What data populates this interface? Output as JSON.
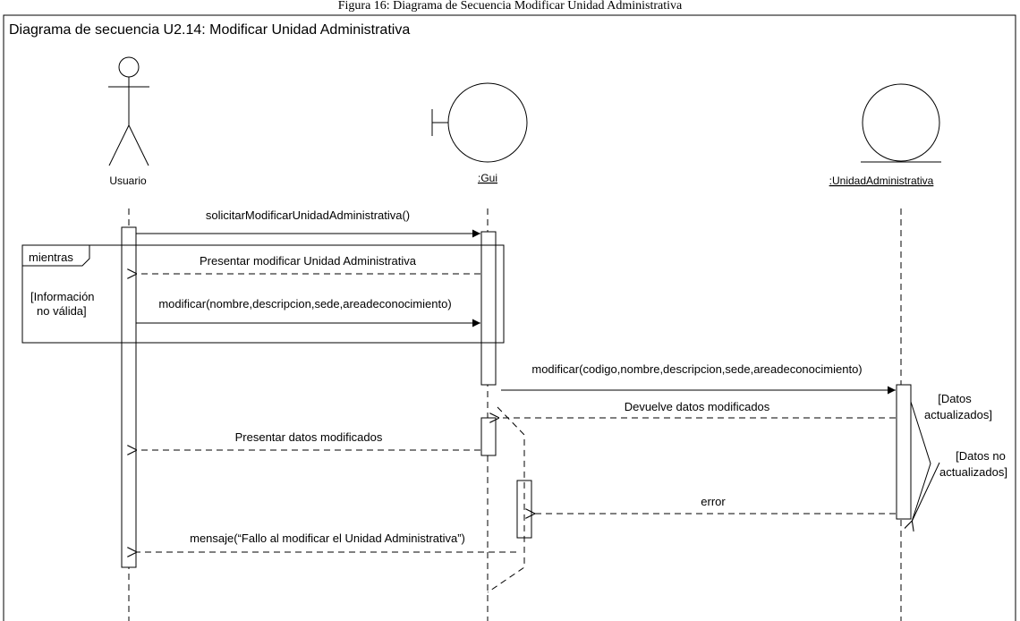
{
  "figure_caption": "Figura 16: Diagrama de Secuencia Modificar Unidad Administrativa",
  "frame_title": "Diagrama de secuencia U2.14: Modificar Unidad Administrativa",
  "lifelines": {
    "user": "Usuario",
    "gui": ":Gui",
    "entity": ":UnidadAdministrativa"
  },
  "fragment": {
    "operator": "mientras",
    "guard_line1": "[Información",
    "guard_line2": "no válida]"
  },
  "messages": {
    "m1": "solicitarModificarUnidadAdministrativa()",
    "m2": "Presentar modificar Unidad Administrativa",
    "m3": "modificar(nombre,descripcion,sede,areadeconocimiento)",
    "m4": "modificar(codigo,nombre,descripcion,sede,areadeconocimiento)",
    "m5": "Devuelve datos modificados",
    "m6": "Presentar datos modificados",
    "m7": "error",
    "m8": "mensaje(“Fallo al modificar el Unidad Administrativa”)"
  },
  "conditions": {
    "c1_line1": "[Datos",
    "c1_line2": "actualizados]",
    "c2_line1": "[Datos no",
    "c2_line2": "actualizados]"
  }
}
